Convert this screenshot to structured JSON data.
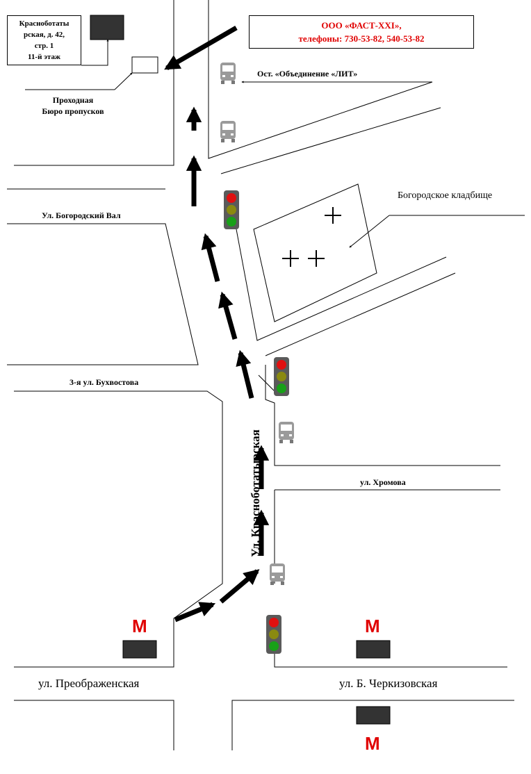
{
  "office": {
    "address_lines": [
      "Красноботаты",
      "рская, д. 42,",
      "стр. 1",
      "11-й этаж"
    ]
  },
  "company": {
    "name": "ООО «ФАСТ-XXI»,",
    "phones": "телефоны: 730-53-82, 540-53-82",
    "color": "#e00000"
  },
  "labels": {
    "checkpoint_line1": "Проходная",
    "checkpoint_line2": "Бюро пропусков",
    "bus_stop": "Ост. «Объединение «ЛИТ»",
    "cemetery": "Богородское кладбище",
    "street_bogorodsky_val": "Ул. Богородский Вал",
    "street_3_buhvostova": "3-я ул. Бухвостова",
    "street_hromova": "ул. Хромова",
    "street_krasnobogatyrskaya": "Ул. Красноботатырская",
    "street_preobrazhenskaya": "ул. Преображенская",
    "street_cherkizovskaya": "ул. Б. Черкизовская",
    "metro_letter": "М"
  },
  "colors": {
    "metro": "#e00000",
    "route_arrow": "#000000",
    "building_fill": "#333333"
  },
  "icons": [
    "bus-icon",
    "traffic-light-icon",
    "metro-icon",
    "grave-cross-icon",
    "route-arrow-icon"
  ]
}
